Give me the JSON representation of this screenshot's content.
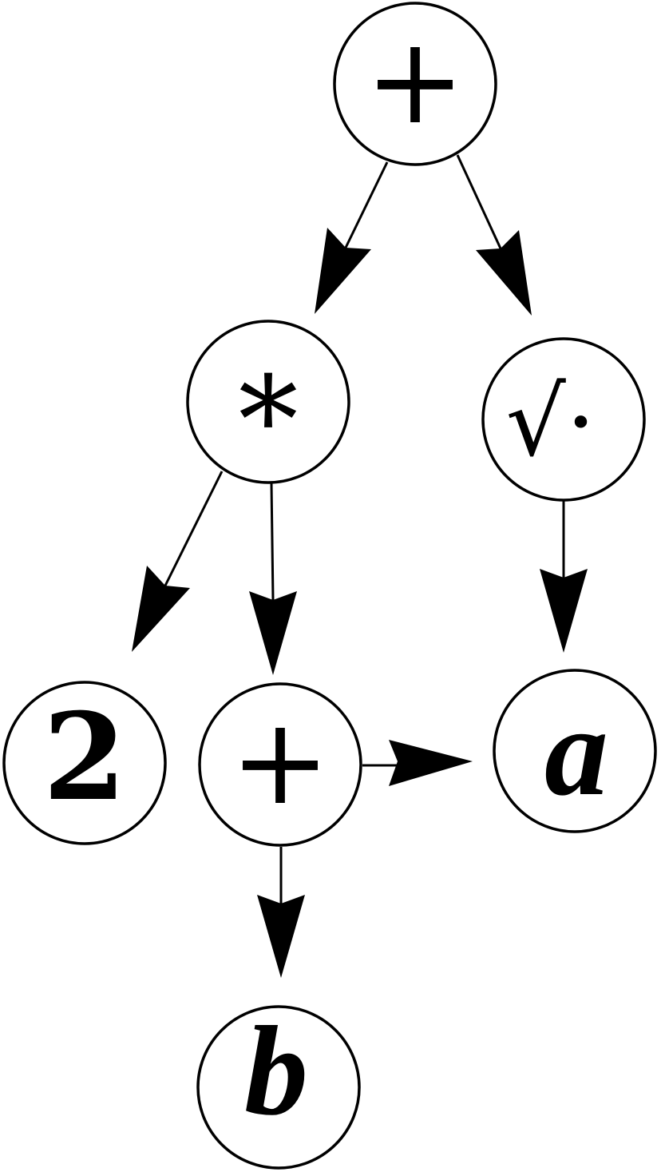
{
  "nodes": [
    {
      "id": "plus-root",
      "label": "+"
    },
    {
      "id": "times",
      "label": "*"
    },
    {
      "id": "sqrt",
      "label": "√·"
    },
    {
      "id": "two",
      "label": "2"
    },
    {
      "id": "plus-inner",
      "label": "+"
    },
    {
      "id": "a",
      "label": "a"
    },
    {
      "id": "b",
      "label": "b"
    }
  ],
  "edges": [
    {
      "from": "plus-root",
      "to": "times"
    },
    {
      "from": "plus-root",
      "to": "sqrt"
    },
    {
      "from": "times",
      "to": "two"
    },
    {
      "from": "times",
      "to": "plus-inner"
    },
    {
      "from": "sqrt",
      "to": "a"
    },
    {
      "from": "plus-inner",
      "to": "a"
    },
    {
      "from": "plus-inner",
      "to": "b"
    }
  ]
}
